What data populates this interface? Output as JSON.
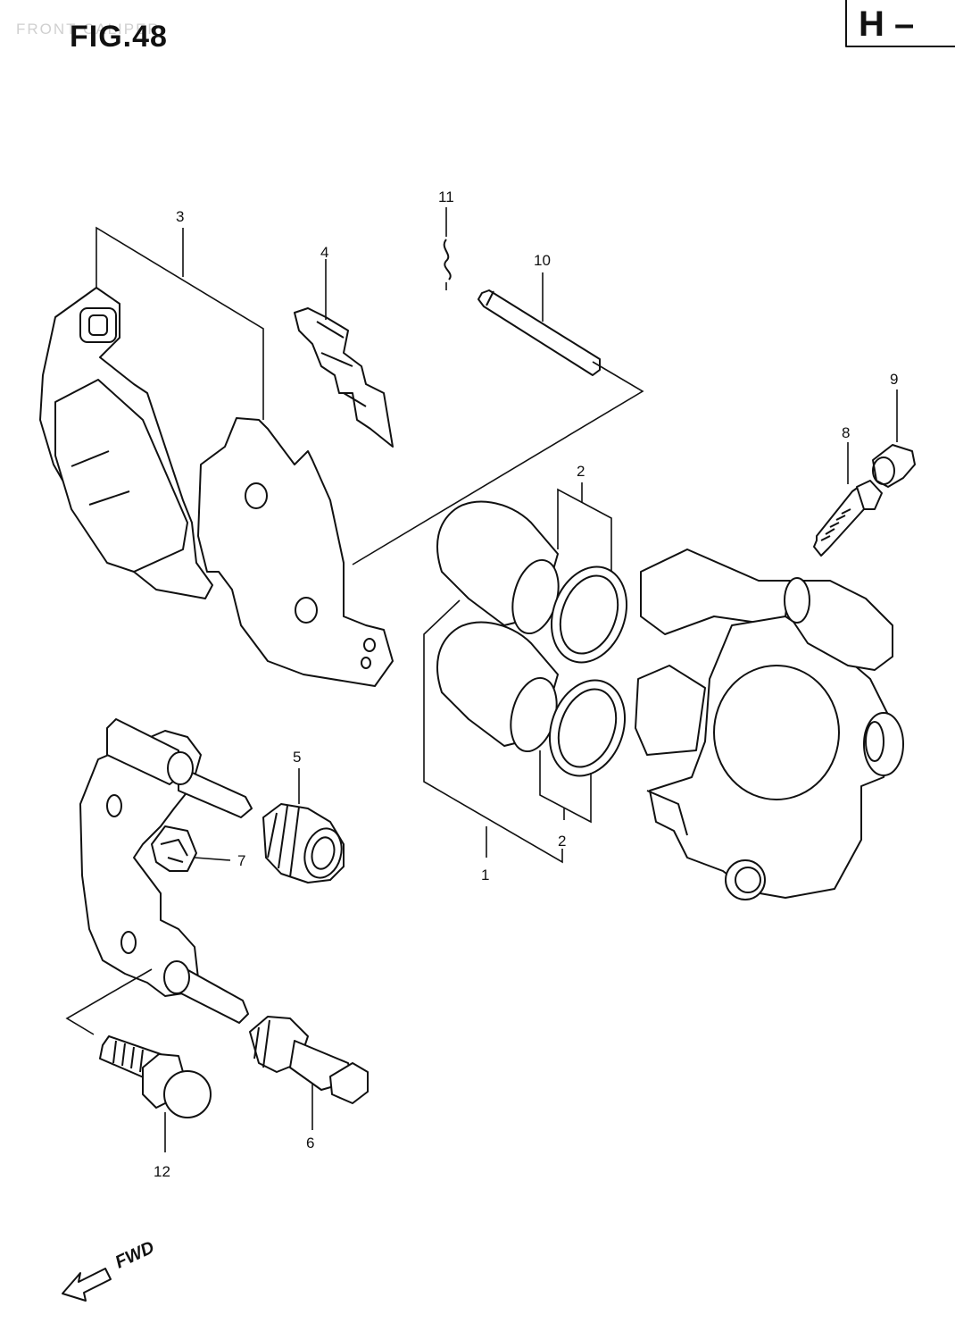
{
  "header": {
    "watermark": "FRONT CALIPER",
    "figure_title": "FIG.48",
    "section_tag": "H –"
  },
  "part_labels": {
    "p1": "1",
    "p2a": "2",
    "p2b": "2",
    "p3": "3",
    "p4": "4",
    "p5": "5",
    "p6": "6",
    "p7": "7",
    "p8": "8",
    "p9": "9",
    "p10": "10",
    "p11": "11",
    "p12": "12"
  },
  "direction": {
    "label": "FWD"
  }
}
